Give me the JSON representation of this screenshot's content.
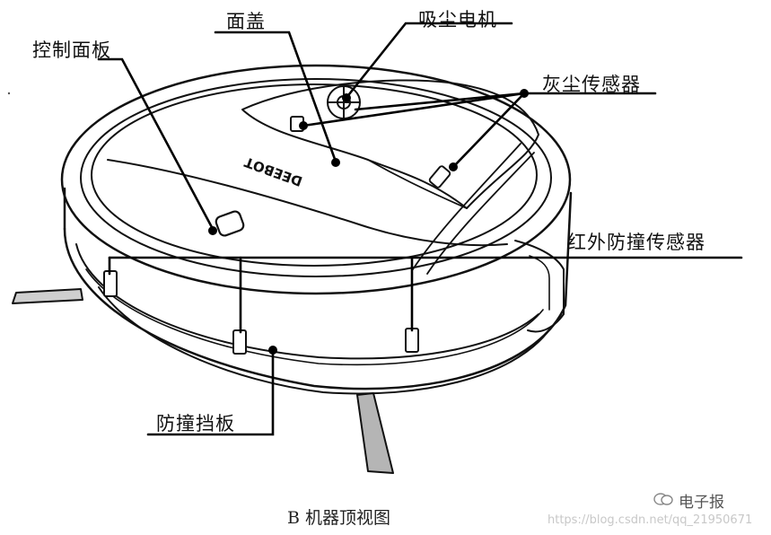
{
  "labels": {
    "control_panel": "控制面板",
    "cover": "面盖",
    "vacuum_motor": "吸尘电机",
    "dust_sensor": "灰尘传感器",
    "ir_bumper_sensor": "红外防撞传感器",
    "bumper": "防撞挡板"
  },
  "device": {
    "brand_text": "DEEBOT"
  },
  "caption": "B 机器顶视图",
  "watermark": {
    "account": "电子报",
    "url": "https://blog.csdn.net/qq_21950671"
  }
}
